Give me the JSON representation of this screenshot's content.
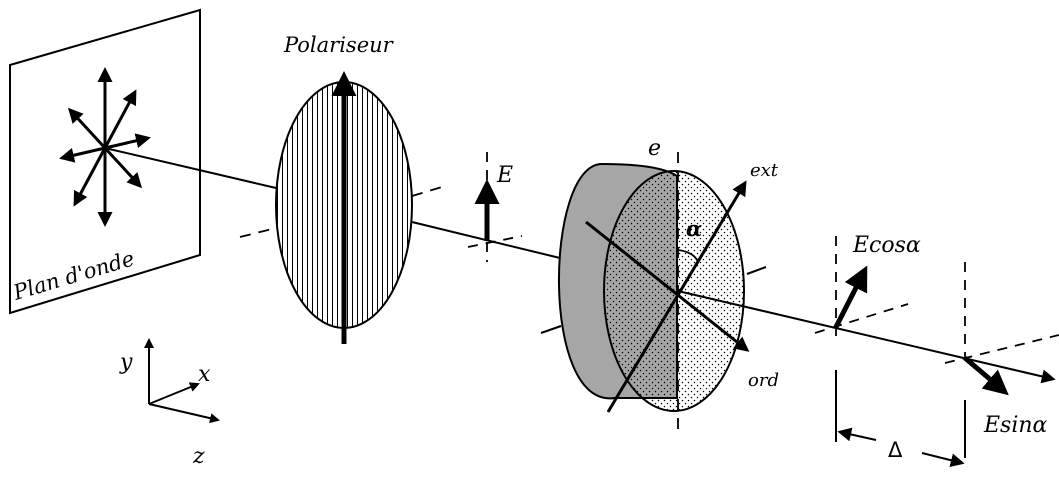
{
  "labels": {
    "wave_plane": "Plan d'onde",
    "polarizer": "Polariseur",
    "field": "E",
    "plate_thickness": "e",
    "extraordinary_axis": "ext",
    "ordinary_axis": "ord",
    "angle": "α",
    "component_cos": "Ecosα",
    "component_sin": "Esinα",
    "path_difference": "Δ",
    "axis_x": "x",
    "axis_y": "y",
    "axis_z": "z"
  },
  "colors": {
    "line": "#000000",
    "plate_side": "#a6a6a6",
    "background": "#ffffff"
  }
}
